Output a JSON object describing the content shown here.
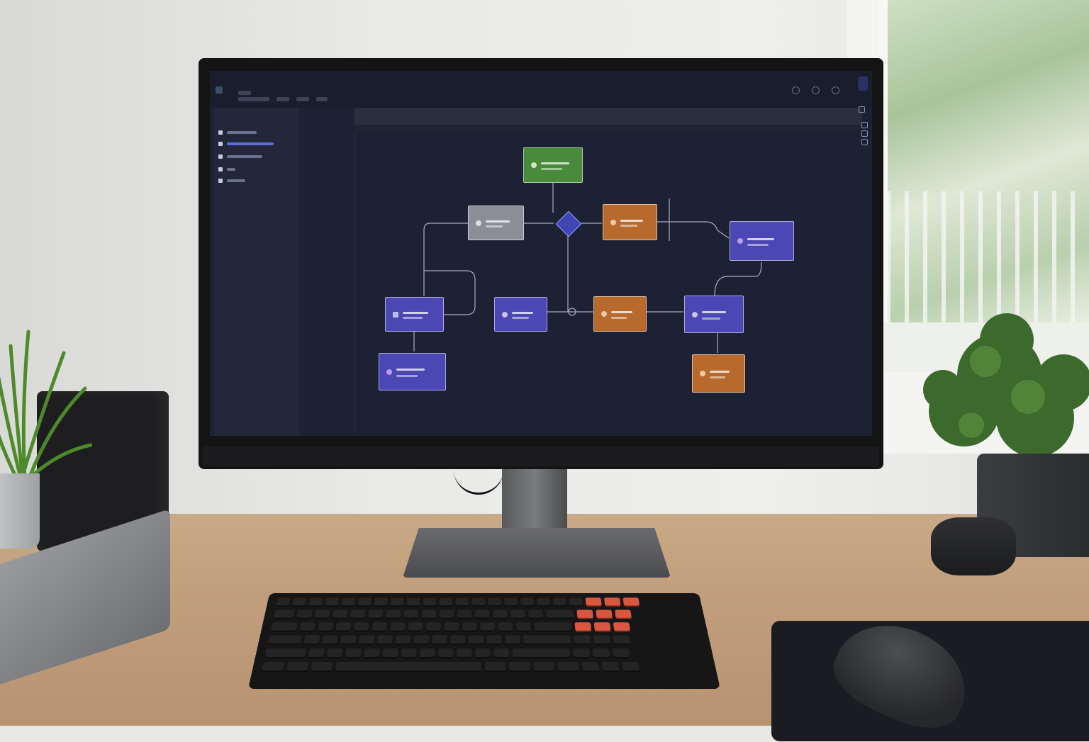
{
  "scene": {
    "description_free": true,
    "screen": {
      "sidebar": {
        "title": "",
        "items": [
          {
            "icon": "square-icon",
            "active": false
          },
          {
            "icon": "square-icon",
            "active": true
          },
          {
            "icon": "square-icon",
            "active": false
          },
          {
            "icon": "square-icon",
            "active": false
          },
          {
            "icon": "square-icon",
            "active": false
          }
        ]
      },
      "header_icons": [
        "tag-icon",
        "link-icon",
        "settings-icon"
      ],
      "canvas_tools": [
        "zoom-in-icon",
        "zoom-out-icon",
        "fit-icon",
        "lock-icon"
      ],
      "workflow": {
        "nodes": [
          {
            "id": "n-start",
            "color": "#4a8a3c"
          },
          {
            "id": "n-gray",
            "color": "#8b8e98"
          },
          {
            "id": "n-decision",
            "color": "#3f45b3"
          },
          {
            "id": "n-orange-1",
            "color": "#b86a2d"
          },
          {
            "id": "n-blue-right",
            "color": "#4b47b4"
          },
          {
            "id": "n-blue-left-1",
            "color": "#4b47b4"
          },
          {
            "id": "n-blue-left-2",
            "color": "#4b47b4"
          },
          {
            "id": "n-blue-mid",
            "color": "#4b47b4"
          },
          {
            "id": "n-orange-2",
            "color": "#b86a2d"
          },
          {
            "id": "n-blue-3",
            "color": "#4b47b4"
          },
          {
            "id": "n-orange-3",
            "color": "#b86a2d"
          }
        ]
      }
    },
    "colors": {
      "screen_bg": "#1d2134",
      "sidebar_bg": "#23273a",
      "accent": "#5c6fd6",
      "keycap_accent": "#d9573e"
    }
  }
}
